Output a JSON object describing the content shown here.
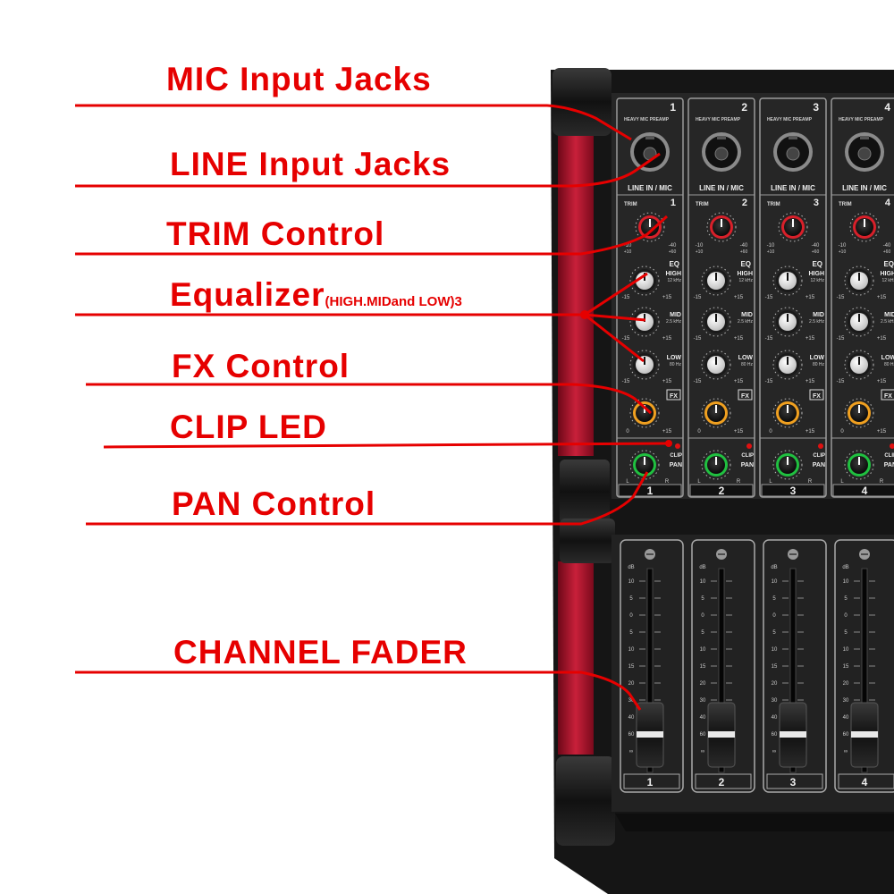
{
  "labels": {
    "mic_input_jacks": "MIC Input Jacks",
    "line_input_jacks": "LINE Input Jacks",
    "trim_control": "TRIM Control",
    "equalizer": "Equalizer",
    "equalizer_note": "(HIGH.MIDand LOW)3",
    "fx_control": "FX Control",
    "clip_led": "CLIP LED",
    "pan_control": "PAN Control",
    "channel_fader": "CHANNEL FADER"
  },
  "panel": {
    "preamp_text": "HEAVY MIC PREAMP",
    "line_in_mic": "LINE IN / MIC",
    "trim": "TRIM",
    "trim_range_low": "-10",
    "trim_range_high": "-40",
    "trim_sub_low": "+10",
    "trim_sub_high": "+60",
    "eq": "EQ",
    "high": "HIGH",
    "high_freq": "12 kHz",
    "mid": "MID",
    "mid_freq": "2.5 kHz",
    "low": "LOW",
    "low_freq": "80 Hz",
    "eq_min": "-15",
    "eq_max": "+15",
    "fx": "FX",
    "fx_min": "0",
    "fx_max": "+15",
    "clip": "CLIP",
    "pan": "PAN",
    "pan_l": "L",
    "pan_r": "R",
    "db": "dB",
    "fader_scale": [
      "10",
      "5",
      "0",
      "5",
      "10",
      "15",
      "20",
      "30",
      "40",
      "60",
      "∞"
    ]
  },
  "channels": [
    "1",
    "2",
    "3",
    "4"
  ],
  "colors": {
    "callout": "#e60000",
    "trim_knob": "#d8202a",
    "fx_knob": "#f0a020",
    "pan_knob": "#20c040",
    "eq_knob": "#f2f2f2",
    "body": "#1b1b1b",
    "panel": "#262626",
    "side_red": "#b0102a"
  }
}
